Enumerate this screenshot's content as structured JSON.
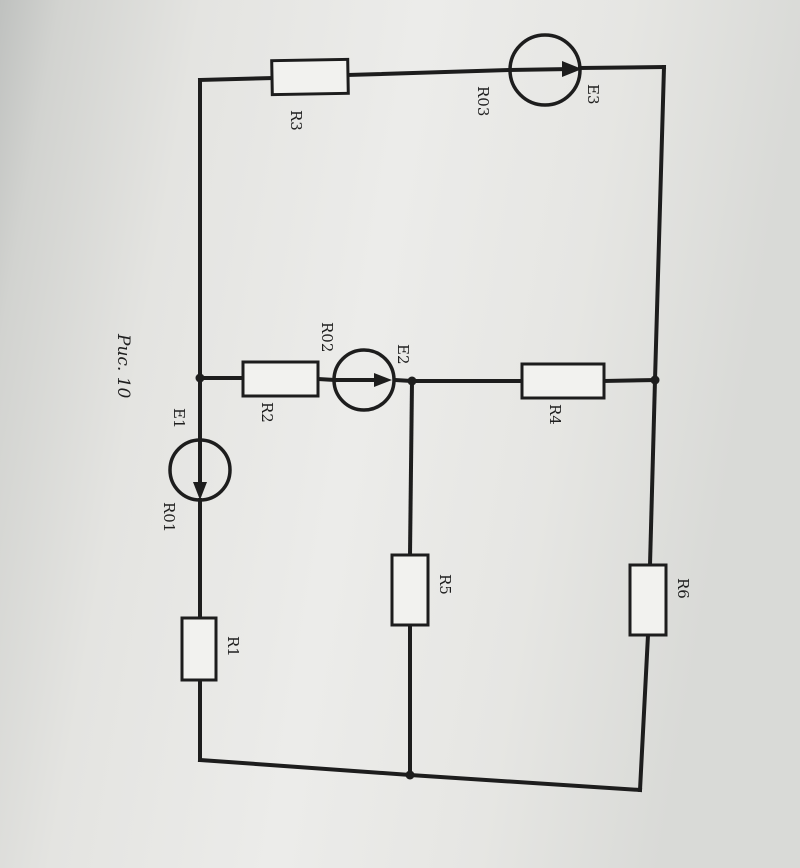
{
  "diagram": {
    "caption": "Рис. 10",
    "resistors": {
      "r1": "R1",
      "r2": "R2",
      "r3": "R3",
      "r4": "R4",
      "r5": "R5",
      "r6": "R6"
    },
    "sources": {
      "e1": "E1",
      "e2": "E2",
      "e3": "E3"
    },
    "internal_resistances": {
      "r01": "R01",
      "r02": "R02",
      "r03": "R03"
    }
  }
}
